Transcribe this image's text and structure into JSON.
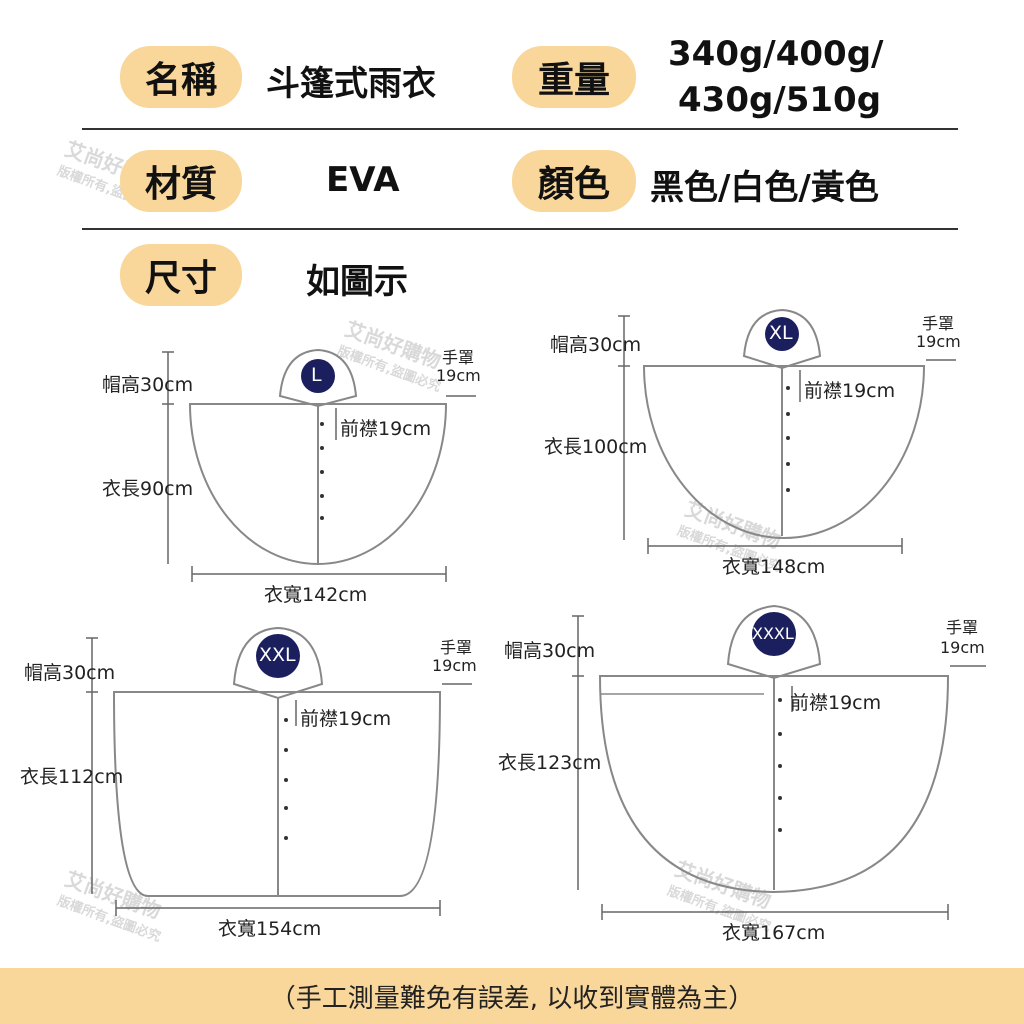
{
  "specs": {
    "name_label": "名稱",
    "name_value": "斗篷式雨衣",
    "weight_label": "重量",
    "weight_value_1": "340g/400g/",
    "weight_value_2": "430g/510g",
    "material_label": "材質",
    "material_value": "EVA",
    "color_label": "顏色",
    "color_value": "黑色/白色/黃色",
    "size_label": "尺寸",
    "size_value": "如圖示"
  },
  "diagrams": {
    "L": {
      "badge": "L",
      "hood": "帽高30cm",
      "sleeve_label": "手罩",
      "sleeve": "19cm",
      "placket": "前襟19cm",
      "length": "衣長90cm",
      "width": "衣寬142cm"
    },
    "XL": {
      "badge": "XL",
      "hood": "帽高30cm",
      "sleeve_label": "手罩",
      "sleeve": "19cm",
      "placket": "前襟19cm",
      "length": "衣長100cm",
      "width": "衣寬148cm"
    },
    "XXL": {
      "badge": "XXL",
      "hood": "帽高30cm",
      "sleeve_label": "手罩",
      "sleeve": "19cm",
      "placket": "前襟19cm",
      "length": "衣長112cm",
      "width": "衣寬154cm"
    },
    "XXXL": {
      "badge": "XXXL",
      "hood": "帽高30cm",
      "sleeve_label": "手罩",
      "sleeve": "19cm",
      "placket": "前襟19cm",
      "length": "衣長123cm",
      "width": "衣寬167cm"
    }
  },
  "watermark": {
    "line1": "艾尚好購物",
    "line2": "版權所有,盜圖必究"
  },
  "footer": "（手工測量難免有誤差, 以收到實體為主）",
  "colors": {
    "accent": "#f9d79b",
    "badge": "#1c1f5e"
  }
}
